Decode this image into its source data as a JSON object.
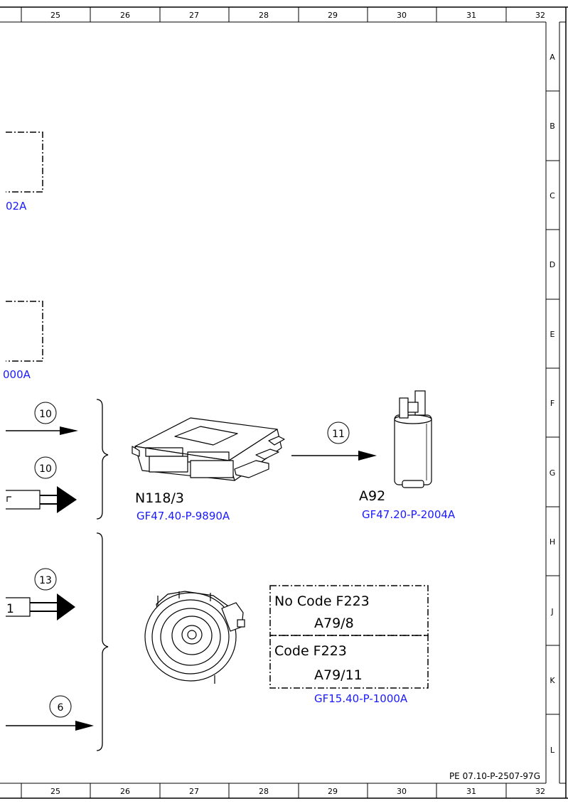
{
  "grid": {
    "columns": [
      "25",
      "26",
      "27",
      "28",
      "29",
      "30",
      "31",
      "32"
    ],
    "rows": [
      "A",
      "B",
      "C",
      "D",
      "E",
      "F",
      "G",
      "H",
      "J",
      "K",
      "L"
    ]
  },
  "drawing_id": "PE 07.10-P-2507-97G",
  "partial_refs": {
    "top": "02A",
    "middle": "000A"
  },
  "callouts": {
    "c10a": "10",
    "c10b": "10",
    "c11": "11",
    "c13": "13",
    "c6": "6"
  },
  "wire_labels": {
    "w1": "1"
  },
  "components": {
    "n118": {
      "code": "N118/3",
      "ref": "GF47.40-P-9890A"
    },
    "a92": {
      "code": "A92",
      "ref": "GF47.20-P-2004A"
    },
    "a79": {
      "box1_title": "No Code F223",
      "box1_code": "A79/8",
      "box2_title": "Code F223",
      "box2_code": "A79/11",
      "ref": "GF15.40-P-1000A"
    }
  },
  "colors": {
    "link": "#1a1aff",
    "line": "#000000"
  }
}
